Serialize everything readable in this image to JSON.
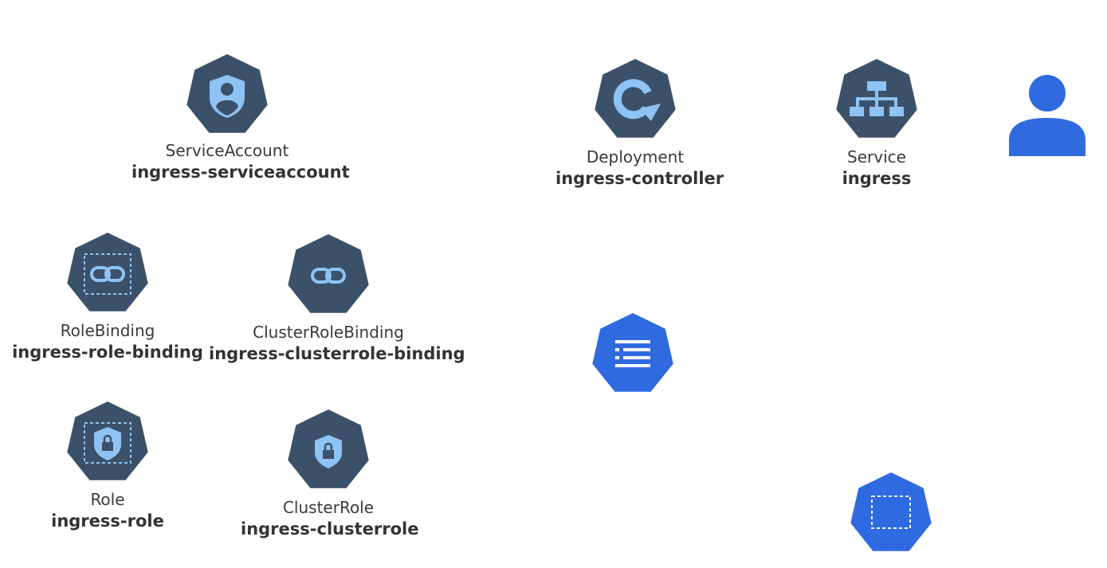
{
  "colors": {
    "hex_dark": "#3b5169",
    "hex_blue": "#2f6ae1",
    "icon_light": "#8ec3f4",
    "white": "#ffffff",
    "user_blue": "#2f6ae1"
  },
  "nodes": {
    "serviceaccount": {
      "kind": "ServiceAccount",
      "name": "ingress-serviceaccount",
      "icon": "user-shield-icon"
    },
    "deployment": {
      "kind": "Deployment",
      "name": "ingress-controller",
      "icon": "refresh-icon"
    },
    "service": {
      "kind": "Service",
      "name": "ingress",
      "icon": "network-icon"
    },
    "rolebinding": {
      "kind": "RoleBinding",
      "name": "ingress-role-binding",
      "icon": "link-icon"
    },
    "clusterrolebinding": {
      "kind": "ClusterRoleBinding",
      "name": "ingress-clusterrole-binding",
      "icon": "link-icon"
    },
    "role": {
      "kind": "Role",
      "name": "ingress-role",
      "icon": "lock-shield-icon"
    },
    "clusterrole": {
      "kind": "ClusterRole",
      "name": "ingress-clusterrole",
      "icon": "lock-shield-icon"
    },
    "configmap": {
      "icon": "list-icon"
    },
    "namespace": {
      "icon": "dashed-box-icon"
    }
  },
  "user": {
    "icon": "user-icon"
  }
}
